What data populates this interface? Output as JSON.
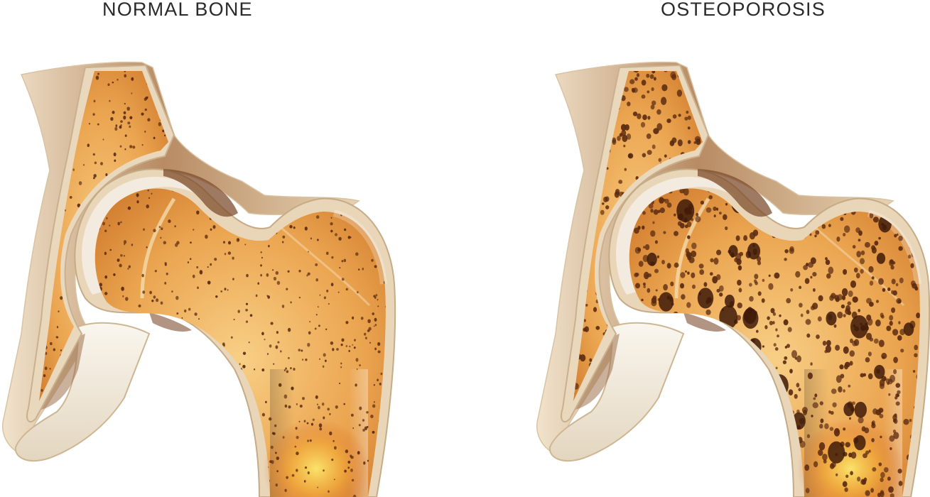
{
  "labels": {
    "normal": "NORMAL BONE",
    "osteoporosis": "OSTEOPOROSIS"
  },
  "panels": [
    {
      "id": "normal",
      "caption_key": "labels.normal",
      "porosity": "low"
    },
    {
      "id": "osteoporosis",
      "caption_key": "labels.osteoporosis",
      "porosity": "high"
    }
  ],
  "colors": {
    "background": "#ffffff",
    "cortex": "#ead8bd",
    "cortex_edge": "#c9b18f",
    "cartilage": "#f3ece0",
    "marrow_light": "#f6c77a",
    "marrow_mid": "#e8a24a",
    "marrow_dark": "#c8732a",
    "pore": "#5a2a10",
    "glow": "#f7d96a",
    "pelvis_shadow": "#9c6a45",
    "text": "#2a2a2a"
  }
}
